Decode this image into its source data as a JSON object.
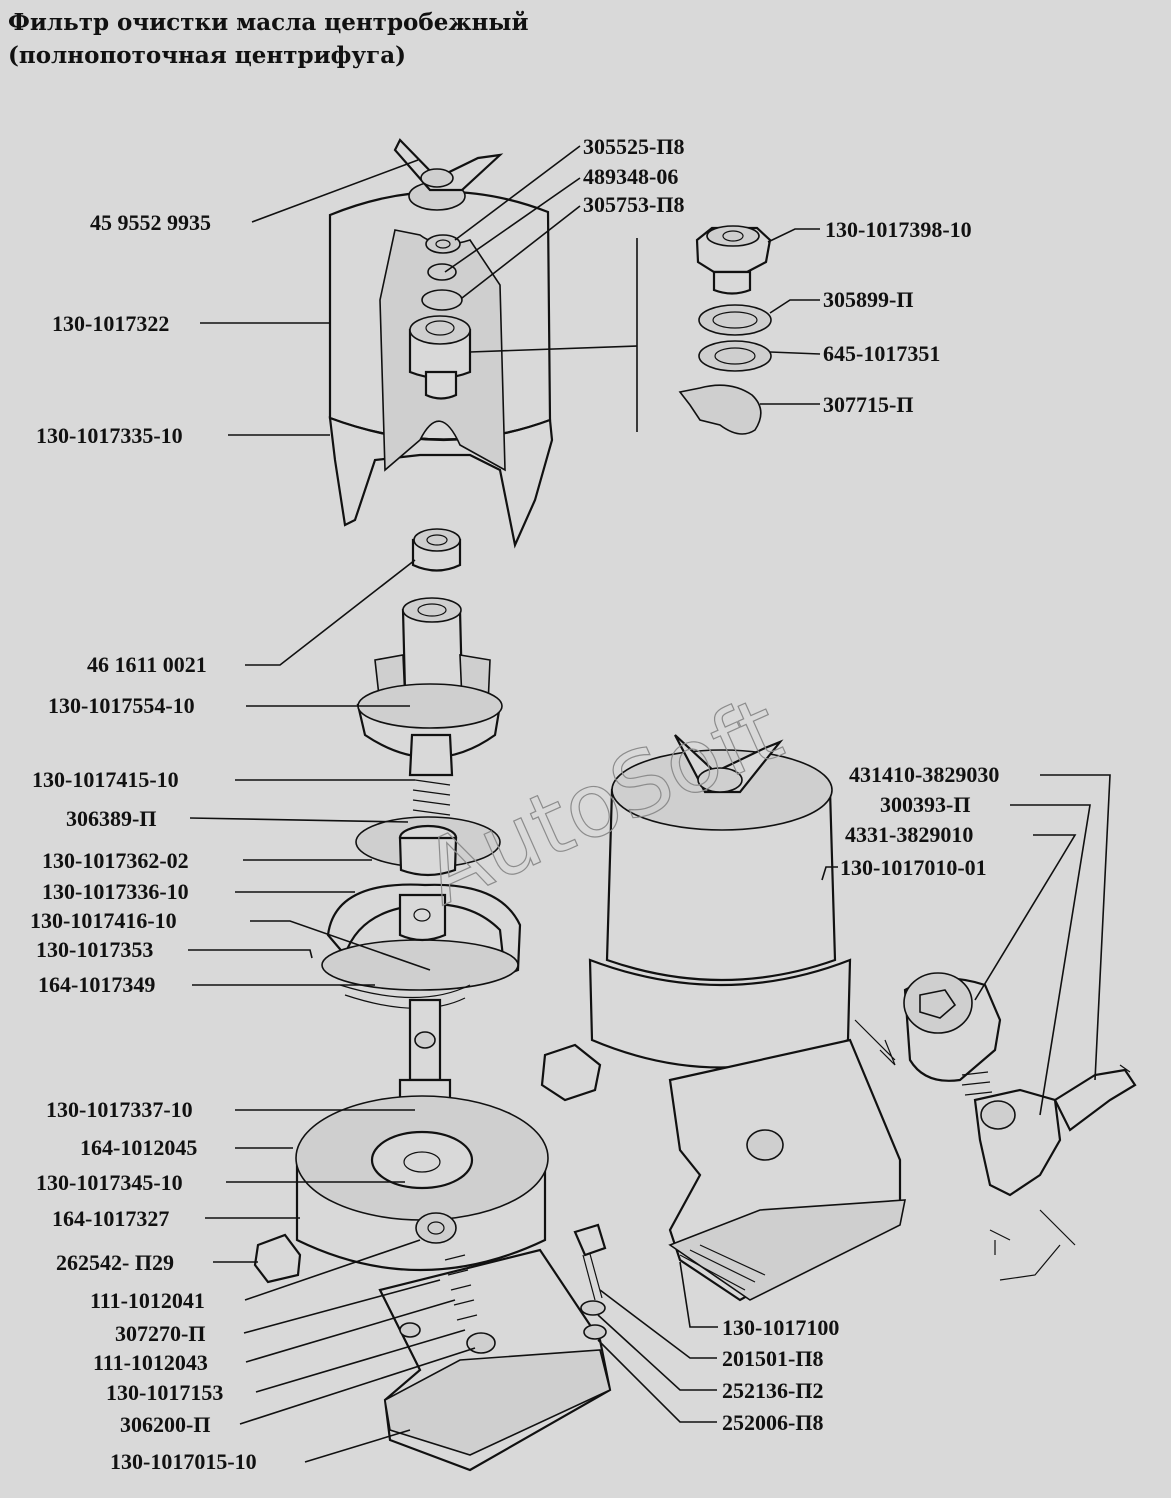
{
  "title": {
    "line1": "Фильтр очистки масла центробежный",
    "line2": "(полнопоточная центрифуга)"
  },
  "watermark": "AutoSoft",
  "callouts": [
    "305525-П8",
    "489348-06",
    "305753-П8",
    "45 9552 9935",
    "130-1017322",
    "130-1017335-10",
    "130-1017398-10",
    "305899-П",
    "645-1017351",
    "307715-П",
    "46 1611 0021",
    "130-1017554-10",
    "130-1017415-10",
    "306389-П",
    "130-1017362-02",
    "130-1017336-10",
    "130-1017416-10",
    "130-1017353",
    "164-1017349",
    "130-1017337-10",
    "164-1012045",
    "130-1017345-10",
    "164-1017327",
    "262542- П29",
    "111-1012041",
    "307270-П",
    "111-1012043",
    "130-1017153",
    "306200-П",
    "130-1017015-10",
    "431410-3829030",
    "300393-П",
    "4331-3829010",
    "130-1017010-01",
    "130-1017100",
    "201501-П8",
    "252136-П2",
    "252006-П8"
  ]
}
